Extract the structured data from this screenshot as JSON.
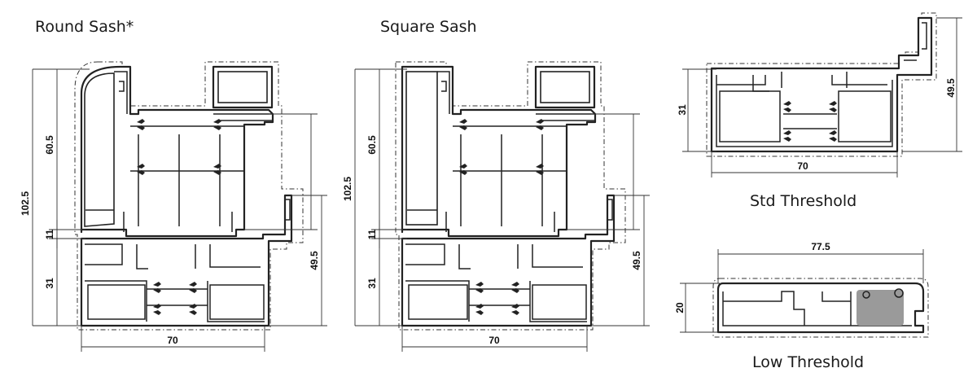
{
  "titles": {
    "round_sash": "Round Sash*",
    "square_sash": "Square Sash",
    "std_threshold": "Std Threshold",
    "low_threshold": "Low Threshold"
  },
  "dimensions": {
    "round": {
      "total_height": "102.5",
      "sash_height": "60.5",
      "gap": "11",
      "frame_height": "31",
      "right_height": "49.5",
      "width": "70"
    },
    "square": {
      "total_height": "102.5",
      "sash_height": "60.5",
      "gap": "11",
      "frame_height": "31",
      "right_height": "49.5",
      "width": "70"
    },
    "std": {
      "height": "31",
      "right_height": "49.5",
      "width": "70"
    },
    "low": {
      "height": "20",
      "width": "77.5"
    }
  }
}
